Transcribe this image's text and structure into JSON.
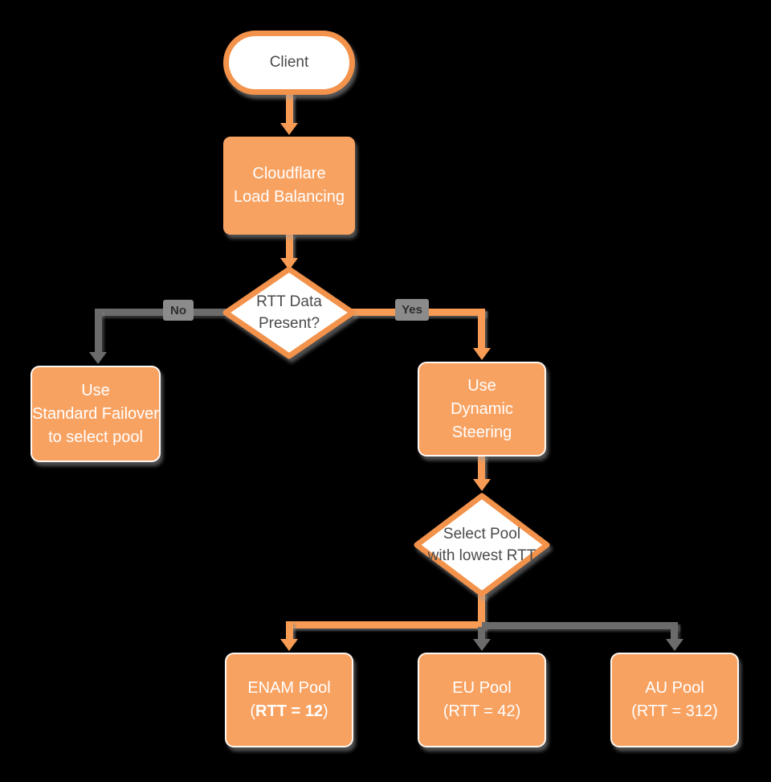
{
  "colors": {
    "background": "#000000",
    "shape_fill_orange": "#f8a262",
    "shape_stroke_orange": "#f2924b",
    "connector_orange": "#f79b55",
    "connector_gray": "#6b6b6b",
    "shape_fill_white": "#ffffff",
    "text_on_orange": "#ffffff",
    "text_dark": "#4a4a4a",
    "edge_label_bg": "#8b8b8b"
  },
  "nodes": {
    "client": {
      "label": "Client"
    },
    "load_balancer": {
      "line1": "Cloudflare",
      "line2": "Load Balancing"
    },
    "rtt_decision": {
      "line1": "RTT Data",
      "line2": "Present?"
    },
    "standard_failover": {
      "line1": "Use",
      "line2": "Standard Failover",
      "line3": "to select pool"
    },
    "dynamic_steering": {
      "line1": "Use",
      "line2": "Dynamic Steering"
    },
    "pool_decision": {
      "line1": "Select Pool",
      "line2": "with lowest RTT"
    },
    "enam_pool": {
      "line1": "ENAM Pool",
      "line2_open": "(",
      "line2_bold": "RTT = 12",
      "line2_close": ")"
    },
    "eu_pool": {
      "line1": "EU Pool",
      "line2": "(RTT = 42)"
    },
    "au_pool": {
      "line1": "AU Pool",
      "line2": "(RTT = 312)"
    }
  },
  "edge_labels": {
    "no": "No",
    "yes": "Yes"
  }
}
